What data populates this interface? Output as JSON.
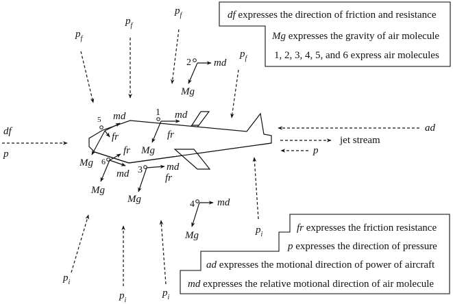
{
  "legend_top": [
    {
      "symbol": "df",
      "text": " expresses the direction of friction and resistance"
    },
    {
      "symbol": "Mg",
      "text": " expresses the gravity of air molecule"
    },
    {
      "symbol": "",
      "text": "1, 2, 3, 4, 5, and 6 express air molecules"
    }
  ],
  "legend_bottom": [
    {
      "symbol": "fr",
      "text": " expresses the friction resistance"
    },
    {
      "symbol": "p",
      "text": " expresses the direction of pressure"
    },
    {
      "symbol": "ad",
      "text": " expresses the motional direction of power of aircraft"
    },
    {
      "symbol": "md",
      "text": " expresses the relative motional direction of air molecule"
    }
  ],
  "labels": {
    "pf_main": "p",
    "pf_sub": "f",
    "pi_main": "p",
    "pi_sub": "i",
    "df": "df",
    "p": "p",
    "ad": "ad",
    "jet_stream": "jet stream",
    "md": "md",
    "mg": "Mg",
    "fr": "fr"
  },
  "molecules": [
    "1",
    "2",
    "3",
    "4",
    "5",
    "6"
  ]
}
